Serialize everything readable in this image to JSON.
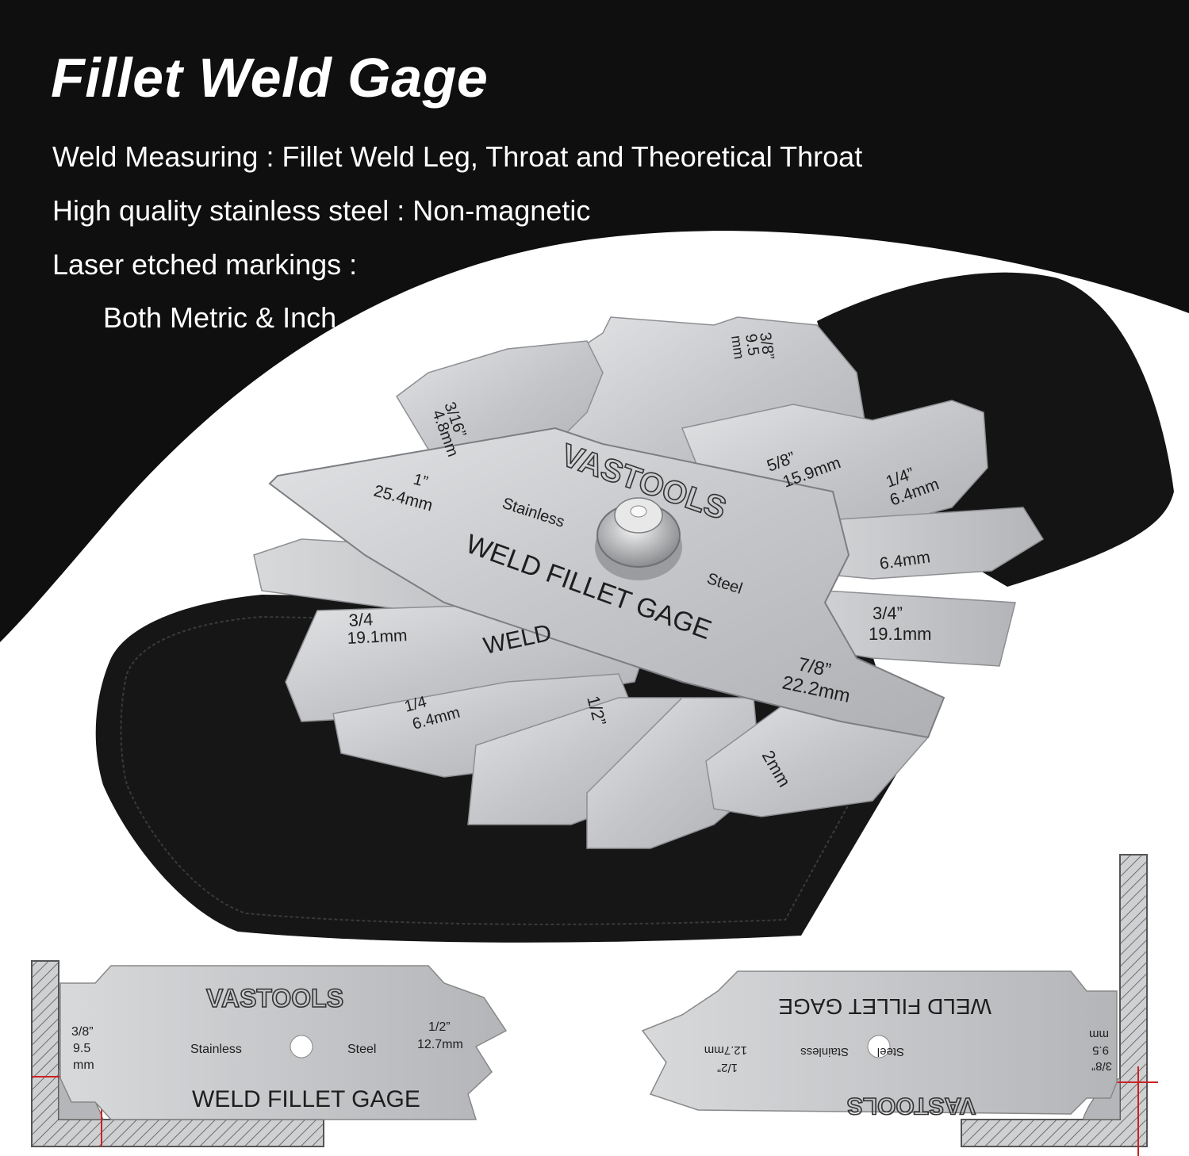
{
  "title": "Fillet Weld Gage",
  "features": [
    "Weld Measuring : Fillet Weld Leg, Throat and Theoretical Throat",
    "High quality stainless steel : Non-magnetic",
    "Laser etched markings :",
    "Both Metric & Inch"
  ],
  "gage": {
    "brand": "VASTOOLS",
    "material_left": "Stainless",
    "material_right": "Steel",
    "name": "WELD FILLET GAGE",
    "name_alt": "WELD",
    "fan_labels": {
      "a_in": "1”",
      "a_mm": "25.4mm",
      "b_in": "3/16”",
      "b_mm": "4.8mm",
      "c_in": "3/8”",
      "c_mm": "9.5",
      "c_unit": "mm",
      "d_in": "5/8”",
      "d_mm": "15.9mm",
      "e_in": "1/4”",
      "e_mm": "6.4mm",
      "f_mm": "6.4mm",
      "g_in": "3/4”",
      "g_mm": "19.1mm",
      "h_in": "7/8”",
      "h_mm": "22.2mm",
      "i_in": "3/4",
      "i_mm": "19.1mm",
      "j_in": "1/4",
      "j_mm": "6.4mm",
      "k_in": "1/2”",
      "l_mm": "2mm"
    },
    "demo_left": {
      "in": "3/8”",
      "mm": "9.5",
      "unit": "mm",
      "right_in": "1/2”",
      "right_mm": "12.7mm"
    }
  },
  "colors": {
    "dark": "#0f0f0f",
    "light": "#ffffff",
    "steel": "#c9cacc",
    "leather": "#141414"
  }
}
